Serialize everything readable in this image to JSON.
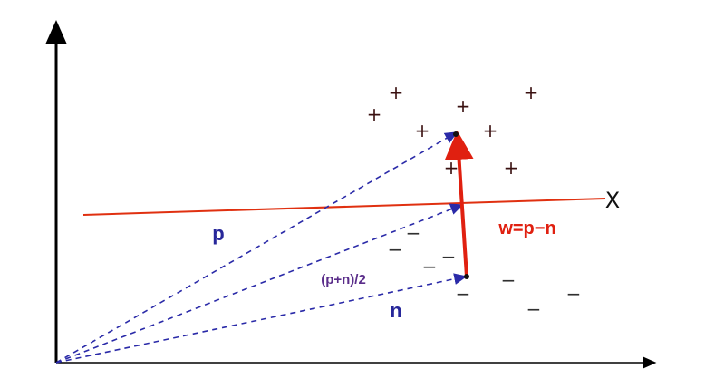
{
  "labels": {
    "p": "p",
    "n": "n",
    "midpoint": "(p+n)/2",
    "w": "w=p−n",
    "boundary_mark": "X"
  },
  "symbols": {
    "plus": "+",
    "minus": "−"
  },
  "colors": {
    "axes": "#000000",
    "dashed_vectors": "#2a2aa8",
    "w_arrow": "#e02010",
    "boundary_line": "#e03010",
    "label_blue": "#27279a",
    "label_purple": "#5a2d8a",
    "label_red": "#e02010",
    "plus_dark": "#3a1010",
    "minus_dark": "#303030"
  }
}
